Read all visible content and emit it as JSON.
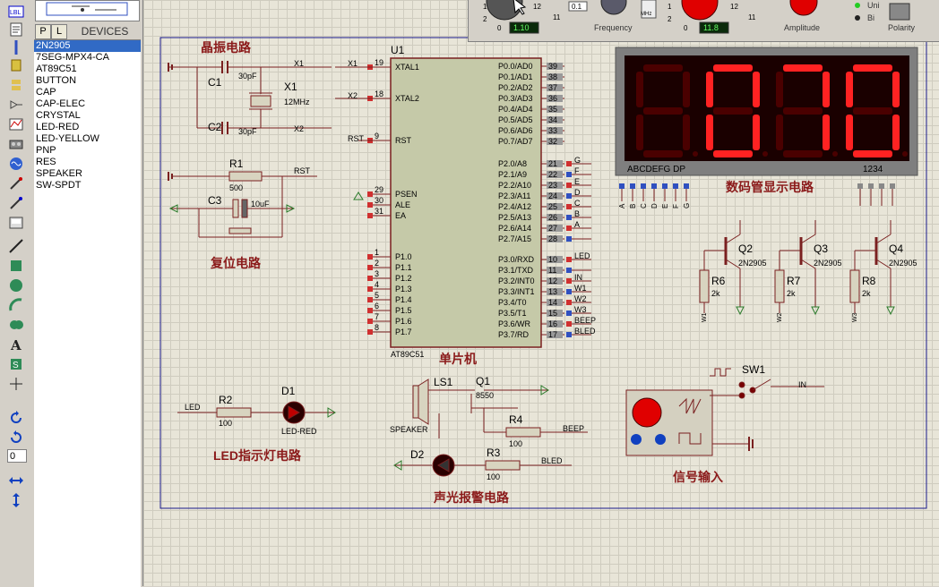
{
  "devices": {
    "header": "DEVICES",
    "p_btn": "P",
    "l_btn": "L",
    "items": [
      "2N2905",
      "7SEG-MPX4-CA",
      "AT89C51",
      "BUTTON",
      "CAP",
      "CAP-ELEC",
      "CRYSTAL",
      "LED-RED",
      "LED-YELLOW",
      "PNP",
      "RES",
      "SPEAKER",
      "SW-SPDT"
    ],
    "selected": "2N2905"
  },
  "toolbar": {
    "angle_value": "0"
  },
  "instrument": {
    "knob1_value": "1.10",
    "freq_top": "0.1",
    "frequency_label": "Frequency",
    "mhz_label": "MHz",
    "knob2_value": "11.8",
    "amplitude_label": "Amplitude",
    "uni_label": "Uni",
    "bi_label": "Bi",
    "polarity_label": "Polarity",
    "scale_11": "11",
    "scale_12": "12",
    "scale_2": "2",
    "scale_1": "1",
    "scale_0": "0"
  },
  "schematic": {
    "osc_title": "晶振电路",
    "reset_title": "复位电路",
    "mcu_title": "单片机",
    "display_title": "数码管显示电路",
    "led_title": "LED指示灯电路",
    "alarm_title": "声光报警电路",
    "signal_title": "信号输入",
    "u1_ref": "U1",
    "u1_part": "AT89C51",
    "c1": "C1",
    "c1_val": "30pF",
    "c2": "C2",
    "c2_val": "30pF",
    "x1": "X1",
    "x1_val": "12MHz",
    "r1": "R1",
    "r1_val": "500",
    "c3": "C3",
    "c3_val": "10uF",
    "net_x1": "X1",
    "net_x2": "X2",
    "net_rst": "RST",
    "left_pins": [
      {
        "num": "19",
        "name": "XTAL1"
      },
      {
        "num": "18",
        "name": "XTAL2"
      },
      {
        "num": "9",
        "name": "RST"
      },
      {
        "num": "29",
        "name": "PSEN"
      },
      {
        "num": "30",
        "name": "ALE"
      },
      {
        "num": "31",
        "name": "EA"
      },
      {
        "num": "1",
        "name": "P1.0"
      },
      {
        "num": "2",
        "name": "P1.1"
      },
      {
        "num": "3",
        "name": "P1.2"
      },
      {
        "num": "4",
        "name": "P1.3"
      },
      {
        "num": "5",
        "name": "P1.4"
      },
      {
        "num": "6",
        "name": "P1.5"
      },
      {
        "num": "7",
        "name": "P1.6"
      },
      {
        "num": "8",
        "name": "P1.7"
      }
    ],
    "p0_pins": [
      {
        "num": "39",
        "name": "P0.0/AD0"
      },
      {
        "num": "38",
        "name": "P0.1/AD1"
      },
      {
        "num": "37",
        "name": "P0.2/AD2"
      },
      {
        "num": "36",
        "name": "P0.3/AD3"
      },
      {
        "num": "35",
        "name": "P0.4/AD4"
      },
      {
        "num": "34",
        "name": "P0.5/AD5"
      },
      {
        "num": "33",
        "name": "P0.6/AD6"
      },
      {
        "num": "32",
        "name": "P0.7/AD7"
      }
    ],
    "p2_pins": [
      {
        "num": "21",
        "name": "P2.0/A8",
        "net": "G"
      },
      {
        "num": "22",
        "name": "P2.1/A9",
        "net": "F"
      },
      {
        "num": "23",
        "name": "P2.2/A10",
        "net": "E"
      },
      {
        "num": "24",
        "name": "P2.3/A11",
        "net": "D"
      },
      {
        "num": "25",
        "name": "P2.4/A12",
        "net": "C"
      },
      {
        "num": "26",
        "name": "P2.5/A13",
        "net": "B"
      },
      {
        "num": "27",
        "name": "P2.6/A14",
        "net": "A"
      },
      {
        "num": "28",
        "name": "P2.7/A15",
        "net": ""
      }
    ],
    "p3_pins": [
      {
        "num": "10",
        "name": "P3.0/RXD",
        "net": "LED"
      },
      {
        "num": "11",
        "name": "P3.1/TXD",
        "net": ""
      },
      {
        "num": "12",
        "name": "P3.2/INT0",
        "net": "IN"
      },
      {
        "num": "13",
        "name": "P3.3/INT1",
        "net": "W1"
      },
      {
        "num": "14",
        "name": "P3.4/T0",
        "net": "W2"
      },
      {
        "num": "15",
        "name": "P3.5/T1",
        "net": "W3"
      },
      {
        "num": "16",
        "name": "P3.6/WR",
        "net": "BEEP"
      },
      {
        "num": "17",
        "name": "P3.7/RD",
        "net": "BLED"
      }
    ],
    "seg_labels": "ABCDEFG  DP",
    "digit_labels": "1234",
    "seg_pins": [
      "A",
      "B",
      "C",
      "D",
      "E",
      "F",
      "G"
    ],
    "q2": "Q2",
    "q3": "Q3",
    "q4": "Q4",
    "q_part": "2N2905",
    "r6": "R6",
    "r7": "R7",
    "r8": "R8",
    "r_2k": "2k",
    "w1": "W1",
    "w2": "W2",
    "w3": "W3",
    "r2": "R2",
    "r2_val": "100",
    "d1": "D1",
    "d1_part": "LED-RED",
    "net_led": "LED",
    "ls1": "LS1",
    "ls1_part": "SPEAKER",
    "q1": "Q1",
    "q1_part": "8550",
    "r4": "R4",
    "r4_val": "100",
    "net_beep": "BEEP",
    "d2": "D2",
    "r3": "R3",
    "r3_val": "100",
    "net_bled": "BLED",
    "sw1": "SW1",
    "net_in": "IN"
  }
}
